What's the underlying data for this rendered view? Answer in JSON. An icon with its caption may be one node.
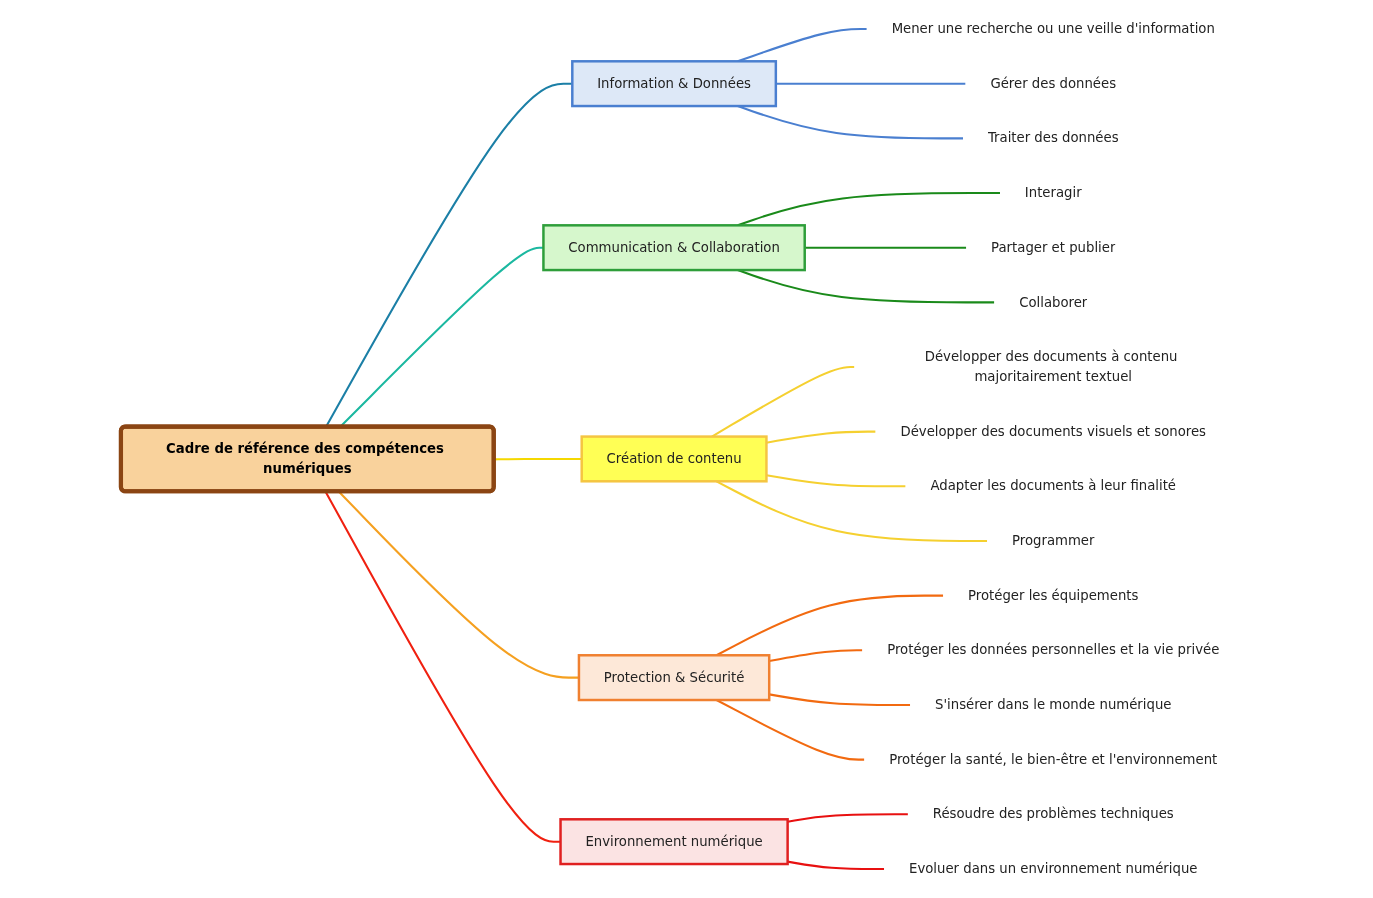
{
  "diagram": {
    "nodes": [
      {
        "text": [
          "Cadre de référence des compétences numériques"
        ]
      },
      {
        "text": [
          "Information & Données"
        ]
      },
      {
        "text": [
          "Mener une recherche ou une veille d'information"
        ]
      },
      {
        "text": [
          "Gérer des données"
        ]
      },
      {
        "text": [
          "Traiter des données"
        ]
      },
      {
        "text": [
          "Communication & Collaboration"
        ]
      },
      {
        "text": [
          "Interagir"
        ]
      },
      {
        "text": [
          "Partager et publier"
        ]
      },
      {
        "text": [
          "Collaborer"
        ]
      },
      {
        "text": [
          "Création de contenu"
        ]
      },
      {
        "text": [
          "Développer des documents à contenu majoritairement textuel"
        ]
      },
      {
        "text": [
          "Développer des documents visuels et sonores"
        ]
      },
      {
        "text": [
          "Adapter les documents à leur finalité"
        ]
      },
      {
        "text": [
          "Programmer"
        ]
      },
      {
        "text": [
          "Protection & Sécurité"
        ]
      },
      {
        "text": [
          "Protéger les équipements"
        ]
      },
      {
        "text": [
          "Protéger les données personnelles et la vie privée"
        ]
      },
      {
        "text": [
          "S'insérer dans le monde numérique"
        ]
      },
      {
        "text": [
          "Protéger la santé, le bien-être et l'environnement"
        ]
      },
      {
        "text": [
          "Environnement numérique"
        ]
      },
      {
        "text": [
          "Résoudre des problèmes techniques"
        ]
      },
      {
        "text": [
          "Evoluer dans un environnement numérique"
        ]
      }
    ],
    "edges": [
      {
        "from": 0,
        "to": 1,
        "arrow": "none",
        "color": "#1b7fa6"
      },
      {
        "from": 1,
        "to": 2,
        "arrow": "none",
        "color": "#4a7fd0"
      },
      {
        "from": 1,
        "to": 3,
        "arrow": "none",
        "color": "#4a7fd0"
      },
      {
        "from": 1,
        "to": 4,
        "arrow": "none",
        "color": "#4a7fd0"
      },
      {
        "from": 0,
        "to": 5,
        "arrow": "none",
        "color": "#1bb8a0"
      },
      {
        "from": 5,
        "to": 6,
        "arrow": "none",
        "color": "#1a8a1a"
      },
      {
        "from": 5,
        "to": 7,
        "arrow": "none",
        "color": "#1a8a1a"
      },
      {
        "from": 5,
        "to": 8,
        "arrow": "none",
        "color": "#1a8a1a"
      },
      {
        "from": 0,
        "to": 9,
        "arrow": "none",
        "color": "#f5d800"
      },
      {
        "from": 9,
        "to": 10,
        "arrow": "none",
        "color": "#f5d030"
      },
      {
        "from": 9,
        "to": 11,
        "arrow": "none",
        "color": "#f5d030"
      },
      {
        "from": 9,
        "to": 12,
        "arrow": "none",
        "color": "#f5d030"
      },
      {
        "from": 9,
        "to": 13,
        "arrow": "none",
        "color": "#f5d030"
      },
      {
        "from": 0,
        "to": 14,
        "arrow": "none",
        "color": "#f5a020"
      },
      {
        "from": 14,
        "to": 15,
        "arrow": "none",
        "color": "#f26a10"
      },
      {
        "from": 14,
        "to": 16,
        "arrow": "none",
        "color": "#f26a10"
      },
      {
        "from": 14,
        "to": 17,
        "arrow": "none",
        "color": "#f26a10"
      },
      {
        "from": 14,
        "to": 18,
        "arrow": "none",
        "color": "#f26a10"
      },
      {
        "from": 0,
        "to": 19,
        "arrow": "none",
        "color": "#f02010"
      },
      {
        "from": 19,
        "to": 20,
        "arrow": "none",
        "color": "#e81010"
      },
      {
        "from": 19,
        "to": 21,
        "arrow": "none",
        "color": "#e81010"
      }
    ]
  }
}
